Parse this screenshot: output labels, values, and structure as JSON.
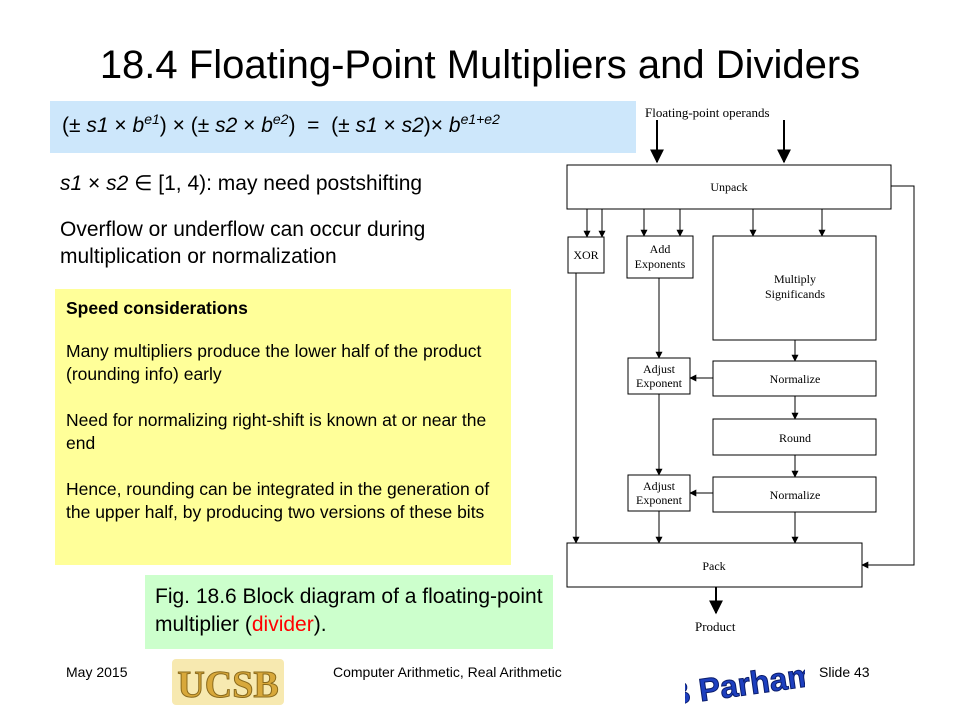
{
  "title": "18.4  Floating-Point Multipliers and Dividers",
  "formula": {
    "lp1": "(",
    "pm1": "± ",
    "s1": "s1",
    "times1": " × ",
    "b1": "b",
    "e1": "e1",
    "rp1": ") × ",
    "lp2": "(",
    "pm2": "± ",
    "s2": "s2",
    "times2": " × ",
    "b2": "b",
    "e2": "e2",
    "rp2": ")",
    "eq": "  =  ",
    "lp3": "(",
    "pm3": "± ",
    "s3": "s1",
    "times3": " × ",
    "s4": "s2",
    "rp3": ")",
    "times4": "× ",
    "b3": "b",
    "e3": "e1+e2"
  },
  "line1": {
    "s1": "s1",
    "times": " × ",
    "s2": "s2",
    "rest": " ∈ [1, 4): may need postshifting"
  },
  "line2": "Overflow or underflow can occur during multiplication or normalization",
  "speed": {
    "title": "Speed considerations",
    "p1": "Many multipliers produce the lower half of the product (rounding info) early",
    "p2": "Need for normalizing right-shift is known at or near the end",
    "p3": "Hence, rounding can be integrated in the generation of the upper half, by producing two versions of these bits"
  },
  "caption": {
    "text": "Fig. 18.6   Block diagram of a floating-point multiplier (",
    "red": "divider",
    "end": ")."
  },
  "diagram": {
    "operands_label": "Floating-point operands",
    "unpack": "Unpack",
    "xor": "XOR",
    "add_exp_1": "Add",
    "add_exp_2": "Exponents",
    "mult_sig_1": "Multiply",
    "mult_sig_2": "Significands",
    "adjust1_1": "Adjust",
    "adjust1_2": "Exponent",
    "normalize1": "Normalize",
    "round": "Round",
    "adjust2_1": "Adjust",
    "adjust2_2": "Exponent",
    "normalize2": "Normalize",
    "pack": "Pack",
    "product": "Product"
  },
  "footer": {
    "date": "May 2015",
    "center": "Computer Arithmetic, Real Arithmetic",
    "slide": "Slide 43",
    "ucsb_logo_text": "UCSB",
    "author_logo_text": "B Parhami"
  },
  "colors": {
    "formula_bg": "#cde7fb",
    "speed_bg": "#ffff99",
    "caption_bg": "#ccffcc",
    "caption_accent": "#ff0000",
    "ucsb_gold": "#d8a83a",
    "author_logo_blue": "#1d3fbf"
  }
}
